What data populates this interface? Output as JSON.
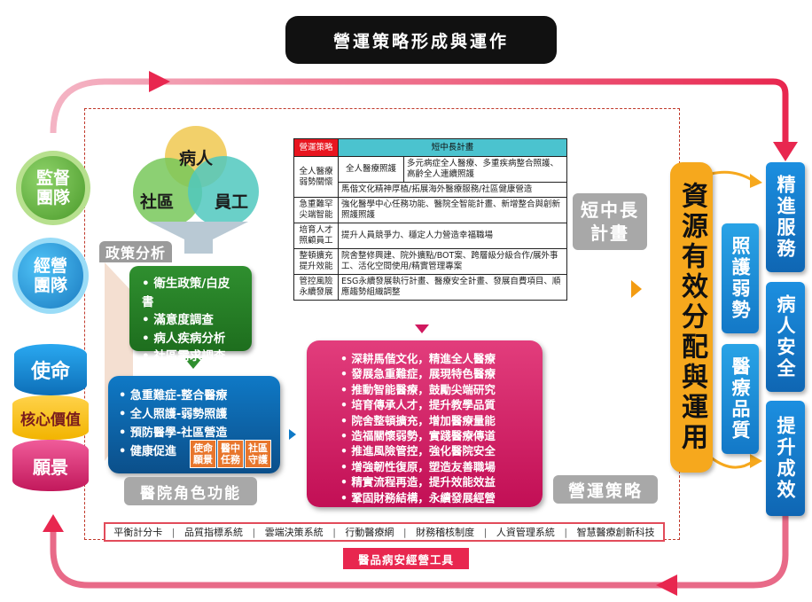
{
  "title": "營運策略形成與運作",
  "left_circles": {
    "supervise": "監督\n團隊",
    "operate": "經營\n團隊"
  },
  "foundation_stack": {
    "top": "使命",
    "middle": "核心價值",
    "bottom": "願景"
  },
  "venn": {
    "top": "病人",
    "left": "社區",
    "right": "員工"
  },
  "policy_analysis": {
    "tab": "政策分析",
    "items": [
      "衛生政策/白皮書",
      "滿意度調查",
      "病人疾病分析",
      "社區需求調查"
    ]
  },
  "hospital_role": {
    "label": "醫院角色功能",
    "items": [
      "急重難症-整合醫療",
      "全人照護-弱勢照護",
      "預防醫學-社區營造",
      "健康促進"
    ],
    "chips": [
      "使命\n願景",
      "醫中\n任務",
      "社區\n守護"
    ]
  },
  "plan_table": {
    "header": [
      "營運策略",
      "短中長計畫"
    ],
    "rows": [
      {
        "cat": "全人醫療\n弱勢關懷",
        "sub": "全人醫療照護",
        "plan": "多元病症全人醫療、多重疾病整合照護、高齡全人連續照護"
      },
      {
        "cat": "",
        "sub": "",
        "plan": "馬偕文化精神厚植/拓展海外醫療服務/社區健康營造"
      },
      {
        "cat": "急重難罕\n尖端智能",
        "sub": "",
        "plan": "強化醫學中心任務功能、醫院全智能計畫、新增整合與創新照護照護"
      },
      {
        "cat": "培育人才\n照顧員工",
        "sub": "",
        "plan": "提升人員競爭力、穩定人力營造幸福職場"
      },
      {
        "cat": "整頓擴充\n提升效能",
        "sub": "",
        "plan": "院舍整修興建、院外擴點/BOT案、跨層級分級合作/展外事工、活化空間使用/精實管理專案"
      },
      {
        "cat": "管控風險\n永續發展",
        "sub": "",
        "plan": "ESG永續發展執行計畫、醫療安全計畫、發展自費項目、順應趨勢組織調整"
      }
    ]
  },
  "short_mid_long_label": "短中長\n計畫",
  "strategy": {
    "label": "營運策略",
    "items": [
      "深耕馬偕文化，精進全人醫療",
      "發展急重難症，展現特色醫療",
      "推動智能醫療，鼓勵尖端研究",
      "培育傳承人才，提升教學品質",
      "院舍整頓擴充，增加醫療量能",
      "造福關懷弱勢，實踐醫療傳道",
      "推進風險管控，強化醫院安全",
      "增強韌性復原，塑造友善職場",
      "精實流程再造，提升效能效益",
      "鞏固財務結構，永續發展經營"
    ]
  },
  "resources": "資源有效分配與運用",
  "care_columns": [
    "照護弱勢",
    "醫療品質"
  ],
  "outcomes": [
    "精進服務",
    "病人安全",
    "提升成效"
  ],
  "tools": {
    "items": [
      "平衡計分卡",
      "品質指標系統",
      "雲端決策系統",
      "行動醫療網",
      "財務稽核制度",
      "人資管理系統",
      "智慧醫療創新科技"
    ],
    "label": "醫品病安經營工具"
  },
  "colors": {
    "cycle_arrow": "#e8274f",
    "green": "#2f8f2f",
    "blue": "#0f79c6",
    "pink": "#d0195f",
    "orange": "#f6a81d",
    "outcome_blue": "#1578cc"
  }
}
